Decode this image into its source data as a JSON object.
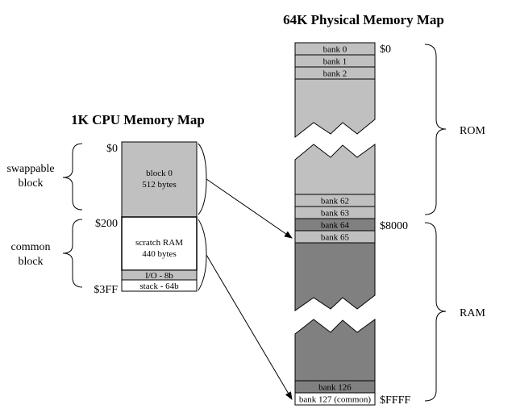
{
  "physical_map": {
    "title": "64K Physical Memory Map",
    "banks_top": [
      "bank 0",
      "bank 1",
      "bank 2"
    ],
    "banks_rom_bottom": [
      "bank 62",
      "bank 63"
    ],
    "banks_ram_top": [
      "bank 64",
      "bank 65"
    ],
    "banks_bottom": [
      "bank 126",
      "bank 127 (common)"
    ],
    "addresses": {
      "start": "$0",
      "ram_start": "$8000",
      "end": "$FFFF"
    },
    "region_labels": {
      "rom": "ROM",
      "ram": "RAM"
    }
  },
  "cpu_map": {
    "title": "1K CPU Memory Map",
    "block0": {
      "line1": "block 0",
      "line2": "512 bytes"
    },
    "scratch": {
      "line1": "scratch RAM",
      "line2": "440 bytes"
    },
    "io": "I/O - 8b",
    "stack": "stack - 64b",
    "addresses": {
      "start": "$0",
      "mid": "$200",
      "end": "$3FF"
    },
    "swappable": {
      "line1": "swappable",
      "line2": "block"
    },
    "common": {
      "line1": "common",
      "line2": "block"
    }
  },
  "colors": {
    "rom_gray": "#c0c0c0",
    "ram_gray": "#808080",
    "outline": "#000000"
  }
}
